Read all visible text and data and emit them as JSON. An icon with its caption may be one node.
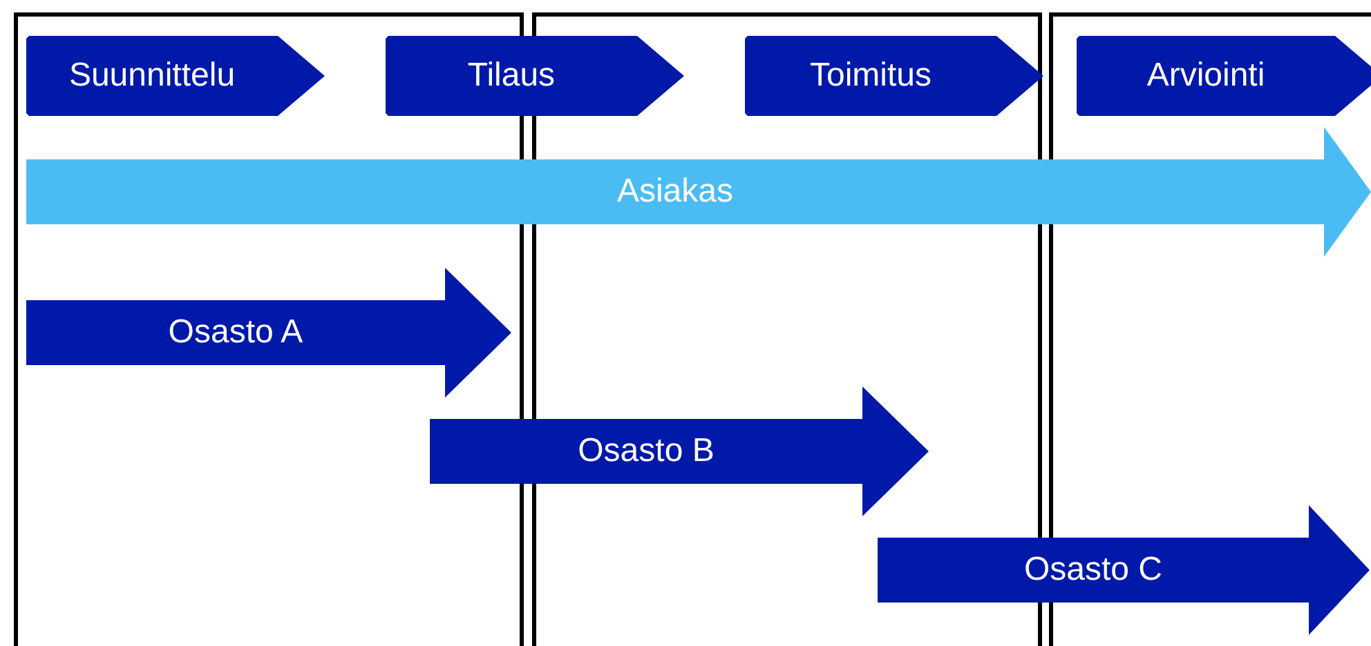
{
  "diagram": {
    "nodes": [
      {
        "text": [
          "Suunnittelu"
        ]
      },
      {
        "text": [
          "Tilaus"
        ]
      },
      {
        "text": [
          "Toimitus"
        ]
      },
      {
        "text": [
          "Arviointi"
        ]
      },
      {
        "text": [
          "Asiakas"
        ]
      },
      {
        "text": [
          "Osasto A"
        ]
      },
      {
        "text": [
          "Osasto B"
        ]
      },
      {
        "text": [
          "Osasto C"
        ]
      }
    ]
  }
}
